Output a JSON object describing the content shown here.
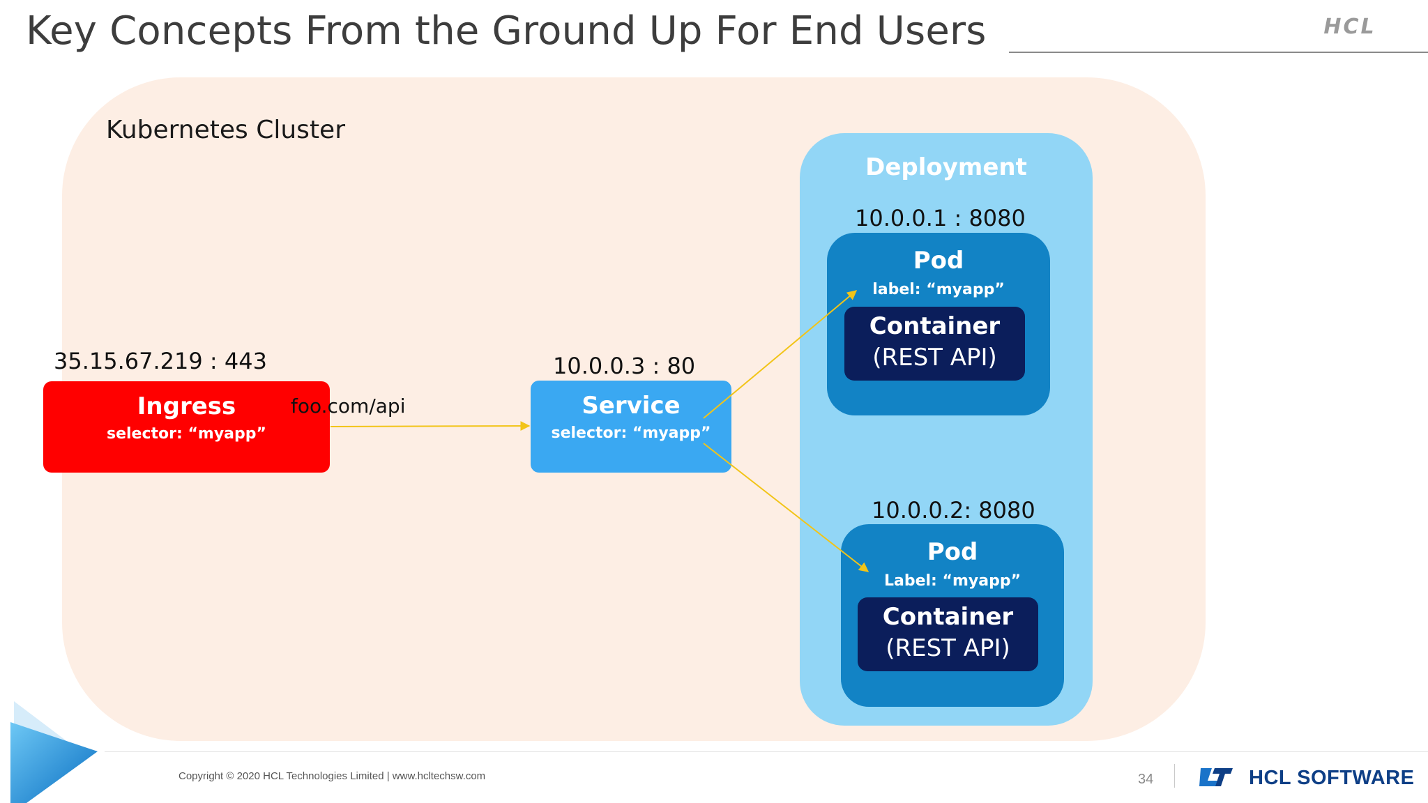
{
  "header": {
    "title": "Key Concepts From the Ground Up For End Users",
    "logo_text": "HCL"
  },
  "cluster": {
    "label": "Kubernetes Cluster"
  },
  "ingress": {
    "ip": "35.15.67.219 : 443",
    "title": "Ingress",
    "selector": "selector: “myapp”",
    "route": "foo.com/api"
  },
  "service": {
    "ip": "10.0.0.3 : 80",
    "title": "Service",
    "selector": "selector: “myapp”"
  },
  "deployment": {
    "label": "Deployment",
    "pods": [
      {
        "ip": "10.0.0.1 : 8080",
        "title": "Pod",
        "label": "label: “myapp”",
        "container_title": "Container",
        "container_sub": "(REST API)"
      },
      {
        "ip": "10.0.0.2: 8080",
        "title": "Pod",
        "label": "Label: “myapp”",
        "container_title": "Container",
        "container_sub": "(REST API)"
      }
    ]
  },
  "footer": {
    "copyright": "Copyright © 2020 HCL Technologies Limited  |  www.hcltechsw.com",
    "page_number": "34",
    "brand": "HCL SOFTWARE"
  },
  "colors": {
    "cluster_bg": "#fdeee4",
    "deployment_bg": "#92d6f6",
    "pod_bg": "#1283c5",
    "container_bg": "#0b1e5b",
    "ingress_bg": "#ff0000",
    "service_bg": "#3aa8f2",
    "arrow": "#f2c418",
    "brand": "#0e3f86"
  }
}
